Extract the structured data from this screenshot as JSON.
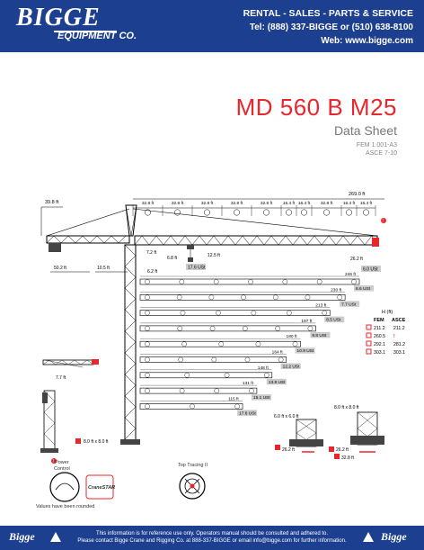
{
  "header": {
    "logo_main": "BIGGE",
    "logo_sub": "EQUIPMENT CO.",
    "line1": "RENTAL - SALES - PARTS & SERVICE",
    "line2": "Tel: (888) 337-BIGGE or (510) 638-8100",
    "line3": "Web: www.bigge.com"
  },
  "title": "MD 560 B M25",
  "subtitle": "Data Sheet",
  "standard1": "FEM 1.001-A3",
  "standard2": "ASCE 7-10",
  "dims": {
    "top_total": "269.0 ft",
    "tip_height": "39.8 ft",
    "left_jib": "50.2 ft",
    "mast": "10.5 ft",
    "hook": "6.2 ft",
    "counter": "6.8 ft",
    "d72": "7.2 ft",
    "d125": "12.5 ft",
    "d262": "26.2 ft",
    "d262b": "26.2 ft",
    "d77": "7.7 ft",
    "d328": "32.8 ft",
    "base1": "8.0 ft x 8.0 ft",
    "base2": "6.0 ft x 6.0 ft",
    "base3": "8.0 ft x 8.0 ft",
    "w1": "17.6 USt",
    "w2": "6.0 USt"
  },
  "segments": [
    "32.8 ft",
    "32.8 ft",
    "32.8 ft",
    "32.8 ft",
    "32.8 ft",
    "16.4 ft",
    "16.4 ft",
    "32.8 ft",
    "16.4 ft",
    "16.4 ft"
  ],
  "jib_rows": [
    {
      "length": "246 ft",
      "load": "6.6 USt"
    },
    {
      "length": "230 ft",
      "load": "7.7 USt"
    },
    {
      "length": "213 ft",
      "load": "8.5 USt"
    },
    {
      "length": "197 ft",
      "load": "9.8 USt"
    },
    {
      "length": "180 ft",
      "load": "10.9 USt"
    },
    {
      "length": "164 ft",
      "load": "12.2 USt"
    },
    {
      "length": "148 ft",
      "load": "13.8 USt"
    },
    {
      "length": "131 ft",
      "load": "15.1 USt"
    },
    {
      "length": "115 ft",
      "load": "17.6 USt"
    }
  ],
  "height_table": {
    "title": "H (ft)",
    "col1": "FEM",
    "col2": "ASCE",
    "rows": [
      {
        "fem": "211.2",
        "asce": "211.2"
      },
      {
        "fem": "260.5",
        "asce": "!"
      },
      {
        "fem": "292.1",
        "asce": "281.2"
      },
      {
        "fem": "303.1",
        "asce": "303.1"
      }
    ]
  },
  "power_label1": "Power",
  "power_label2": "Control",
  "crane_star": "CraneSTAR",
  "top_tracing": "Top Tracing II",
  "rounded_note": "Values have been rounded",
  "footer": {
    "brand": "Bigge",
    "line1": "This information is for reference use only. Operators manual should be consulted and adhered to.",
    "line2": "Please contact Bigge Crane and Rigging Co. at 888-337-BIGGE or email info@bigge.com for further information."
  },
  "colors": {
    "brand_blue": "#1d3f8f",
    "accent_red": "#e8272d"
  }
}
